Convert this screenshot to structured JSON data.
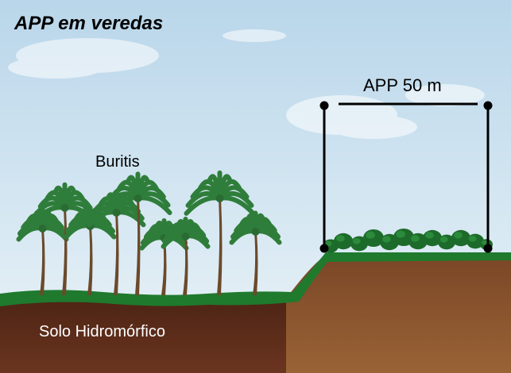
{
  "diagram": {
    "title": "APP em veredas",
    "measure_label": "APP 50 m",
    "trees_label": "Buritis",
    "soil_label": "Solo Hidromórfico"
  },
  "colors": {
    "sky_top": "#b9d6ea",
    "sky_bottom": "#e8f1f6",
    "grass": "#1f7a2e",
    "soil_dark": "#5a2c18",
    "soil_light": "#8a5530",
    "palm_trunk": "#6b4a2b",
    "palm_leaf": "#2f7d3a",
    "shrub": "#1d6b2a"
  }
}
